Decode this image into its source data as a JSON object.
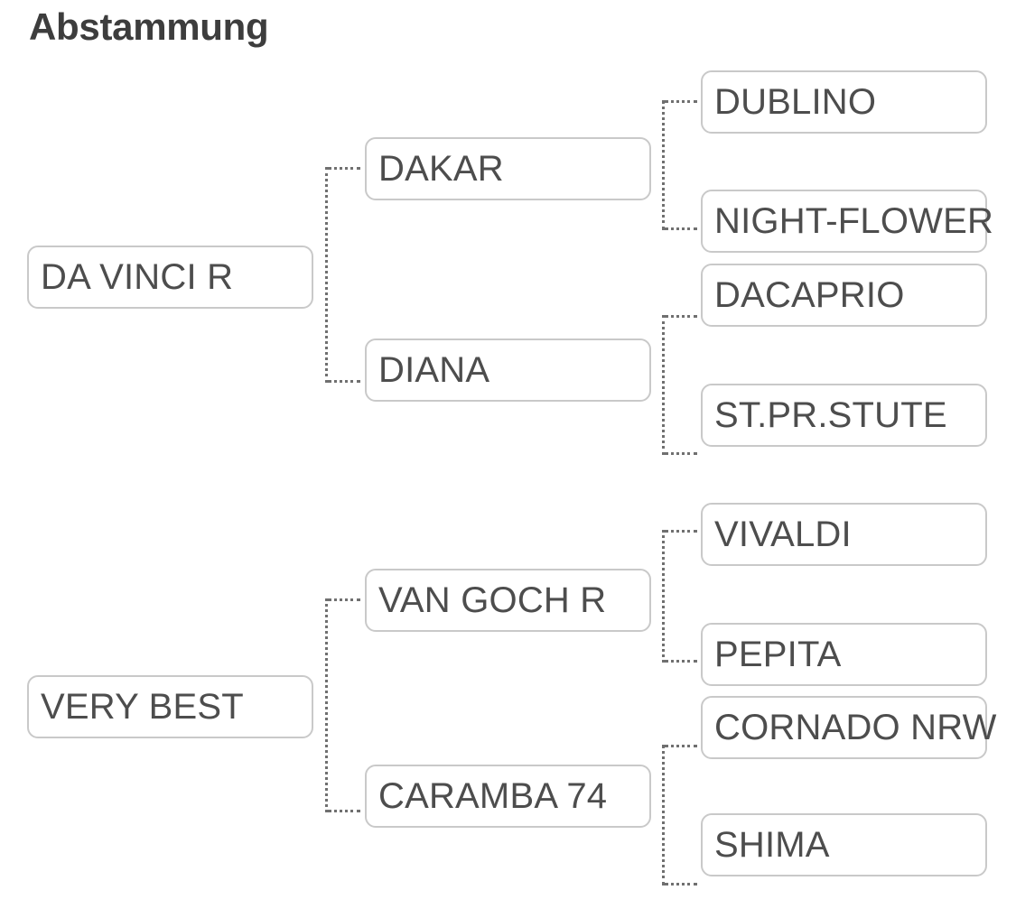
{
  "title": "Abstammung",
  "colors": {
    "page_bg": "#ffffff",
    "box_border": "#c9c9c9",
    "box_text": "#4d4d4d",
    "title_text": "#3d3d3d",
    "connector": "#707070"
  },
  "nodes": {
    "g1": [
      "DA VINCI R",
      "VERY BEST"
    ],
    "g2": [
      "DAKAR",
      "DIANA",
      "VAN GOCH R",
      "CARAMBA 74"
    ],
    "g3": [
      "DUBLINO",
      "NIGHT-FLOWER",
      "DACAPRIO",
      "ST.PR.STUTE",
      "VIVALDI",
      "PEPITA",
      "CORNADO NRW",
      "SHIMA"
    ]
  }
}
